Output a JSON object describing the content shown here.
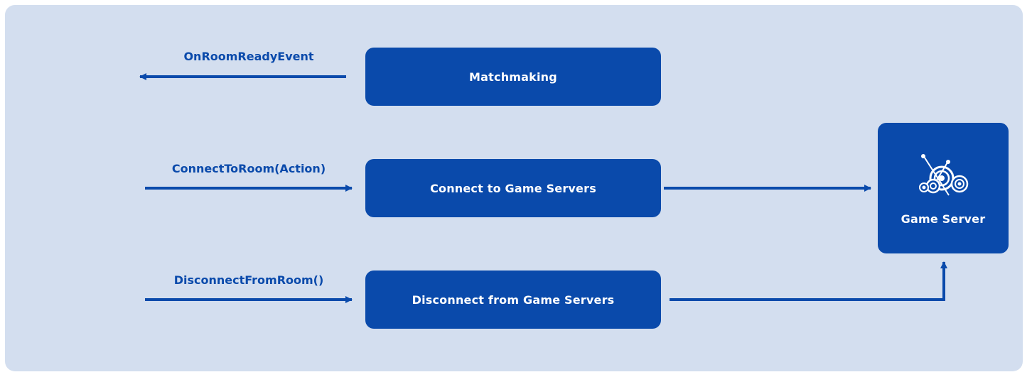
{
  "diagram": {
    "boxes": {
      "matchmaking": "Matchmaking",
      "connect": "Connect to Game Servers",
      "disconnect": "Disconnect from Game Servers",
      "server": "Game Server"
    },
    "labels": {
      "on_room_ready": "OnRoomReadyEvent",
      "connect_to_room": "ConnectToRoom(Action)",
      "disconnect_from_room": "DisconnectFromRoom()"
    },
    "icons": {
      "server": "game-server-rings-icon"
    },
    "colors": {
      "panel": "#d3deef",
      "box": "#0a4aab",
      "arrow": "#0a4aab",
      "label": "#0a4aab",
      "box_text": "#ffffff"
    }
  }
}
